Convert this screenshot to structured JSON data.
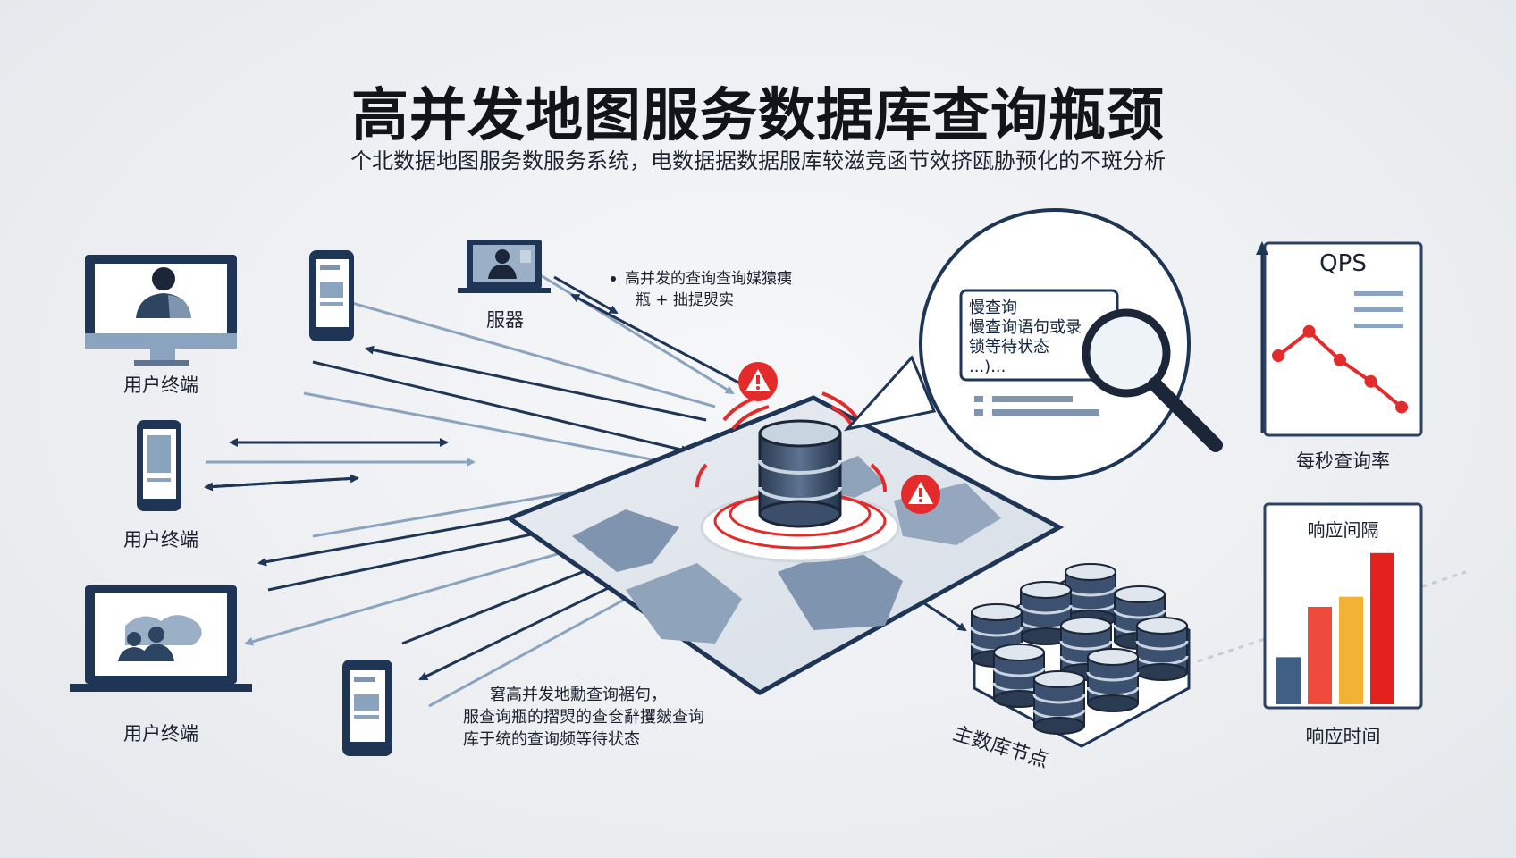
{
  "title": "高并发地图服务数据库查询瓶颈",
  "subtitle": "个北数据地图服务数服务系统，电数据据数据服库较滋竞函节效挤瓯胁预化的不斑分析",
  "clients": {
    "terminal_label_1": "用户终端",
    "terminal_label_2": "用户终端",
    "terminal_label_3": "用户终端",
    "server_label": "服器"
  },
  "notes": {
    "top_line1": "高并发的查询查询媒猿痍",
    "top_line2": "瓶 + 拙提焽实",
    "bottom_line1": "窘高并发地勳查询裾句，",
    "bottom_line2": "服查询瓶的摺焽的查奁辭攫皴查询",
    "bottom_line3": "库于统的查询频等待状态"
  },
  "magnifier": {
    "line1": "慢查询",
    "line2": "慢查询语句或录",
    "line3": "锁等待状态",
    "line4": "...)..."
  },
  "cluster_label": "主数库节点",
  "qps_panel": {
    "title": "QPS",
    "caption": "每秒查询率",
    "line_color": "#e32b2b"
  },
  "response_panel": {
    "title": "响应间隔",
    "caption": "响应时间"
  },
  "alert_color": "#e32b2b",
  "accent_color": "#1e3556",
  "chart_data": [
    {
      "type": "line",
      "title": "QPS",
      "xlabel": "",
      "ylabel": "",
      "series": [
        {
          "values": [
            45,
            62,
            42,
            27,
            9
          ]
        }
      ],
      "ylim": [
        0,
        100
      ],
      "grid": false
    },
    {
      "type": "bar",
      "title": "响应间隔",
      "xlabel": "",
      "ylabel": "",
      "values": [
        28,
        58,
        64,
        90
      ],
      "colors": [
        "#3f5f84",
        "#ef4b3c",
        "#f2b233",
        "#e3221d"
      ],
      "ylim": [
        0,
        100
      ],
      "grid": false
    }
  ]
}
